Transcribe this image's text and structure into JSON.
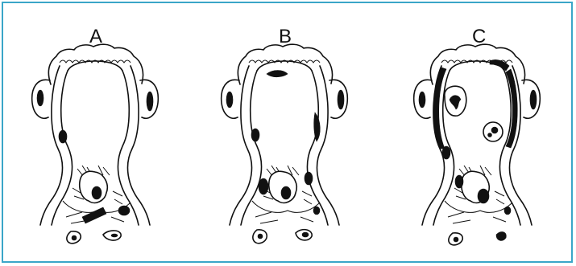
{
  "panels": [
    {
      "id": "A",
      "label": "A"
    },
    {
      "id": "B",
      "label": "B"
    },
    {
      "id": "C",
      "label": "C"
    }
  ],
  "colors": {
    "border": "#3aa6c8",
    "ink": "#111111",
    "background": "#ffffff"
  }
}
